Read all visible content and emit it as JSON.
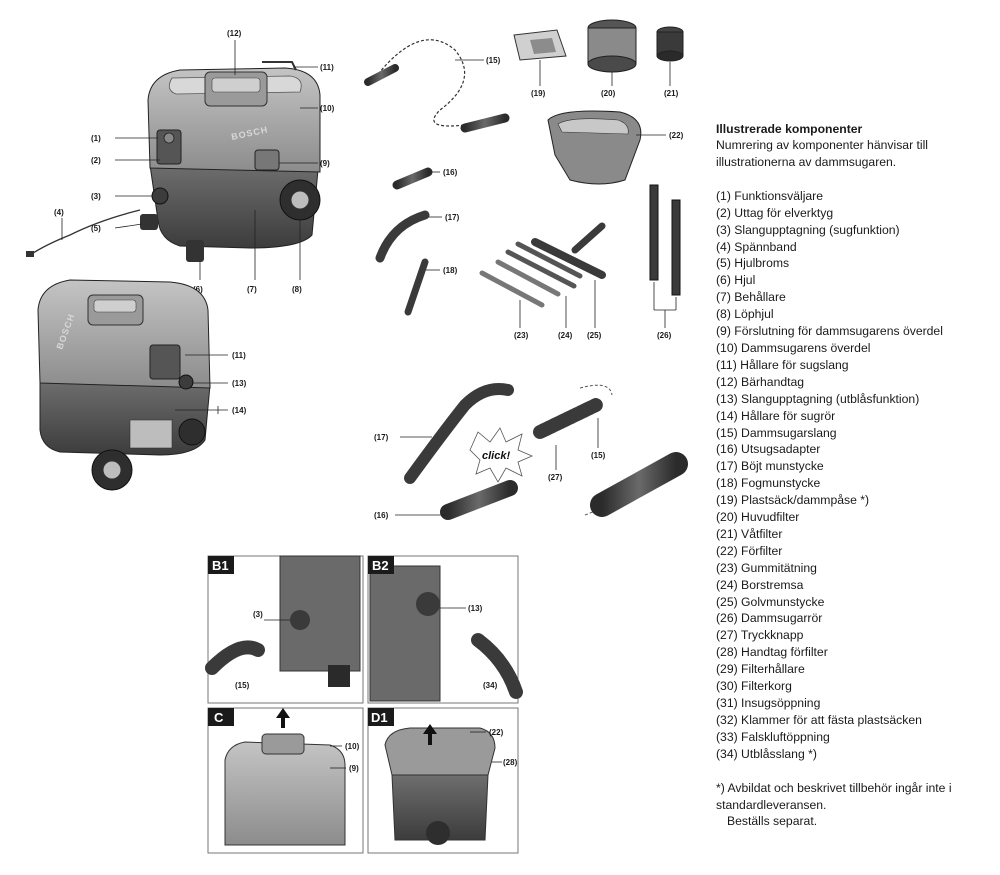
{
  "section": {
    "title": "Illustrerade komponenter",
    "intro": "Numrering av komponenter hänvisar till illustrationerna av dammsugaren."
  },
  "components": [
    "(1) Funktionsväljare",
    "(2) Uttag för elverktyg",
    "(3) Slangupptagning (sugfunktion)",
    "(4) Spännband",
    "(5) Hjulbroms",
    "(6) Hjul",
    "(7) Behållare",
    "(8) Löphjul",
    "(9) Förslutning för dammsugarens överdel",
    "(10) Dammsugarens överdel",
    "(11) Hållare för sugslang",
    "(12) Bärhandtag",
    "(13) Slangupptagning (utblåsfunktion)",
    "(14) Hållare för sugrör",
    "(15) Dammsugarslang",
    "(16) Utsugsadapter",
    "(17) Böjt munstycke",
    "(18) Fogmunstycke",
    "(19) Plastsäck/dammpåse *)",
    "(20) Huvudfilter",
    "(21) Våtfilter",
    "(22) Förfilter",
    "(23) Gummitätning",
    "(24) Borstremsa",
    "(25) Golvmunstycke",
    "(26) Dammsugarrör",
    "(27) Tryckknapp",
    "(28) Handtag förfilter",
    "(29) Filterhållare",
    "(30) Filterkorg",
    "(31) Insugsöppning",
    "(32) Klammer för att fästa plastsäcken",
    "(33) Falskluftöppning",
    "(34) Utblåsslang  *)"
  ],
  "footnote": {
    "line1": "*) Avbildat och beskrivet tillbehör ingår inte i standardleveransen.",
    "line2": "Beställs separat."
  },
  "figure": {
    "brand": "BOSCH",
    "click_label": "click!",
    "callouts": {
      "c1": "(1)",
      "c2": "(2)",
      "c3": "(3)",
      "c4": "(4)",
      "c5": "(5)",
      "c6": "(6)",
      "c7": "(7)",
      "c8": "(8)",
      "c9": "(9)",
      "c10": "(10)",
      "c11": "(11)",
      "c12": "(12)",
      "c13": "(13)",
      "c14": "(14)",
      "c15": "(15)",
      "c16": "(16)",
      "c17": "(17)",
      "c18": "(18)",
      "c19": "(19)",
      "c20": "(20)",
      "c21": "(21)",
      "c22": "(22)",
      "c23": "(23)",
      "c24": "(24)",
      "c25": "(25)",
      "c26": "(26)",
      "c27": "(27)",
      "c28": "(28)",
      "c34": "(34)"
    },
    "panels": {
      "b1": "B1",
      "b2": "B2",
      "c": "C",
      "d1": "D1"
    }
  },
  "colors": {
    "body_dark": "#4a4a4a",
    "body_mid": "#8a8a8a",
    "body_light": "#b5b5b5",
    "line": "#1a1a1a"
  }
}
